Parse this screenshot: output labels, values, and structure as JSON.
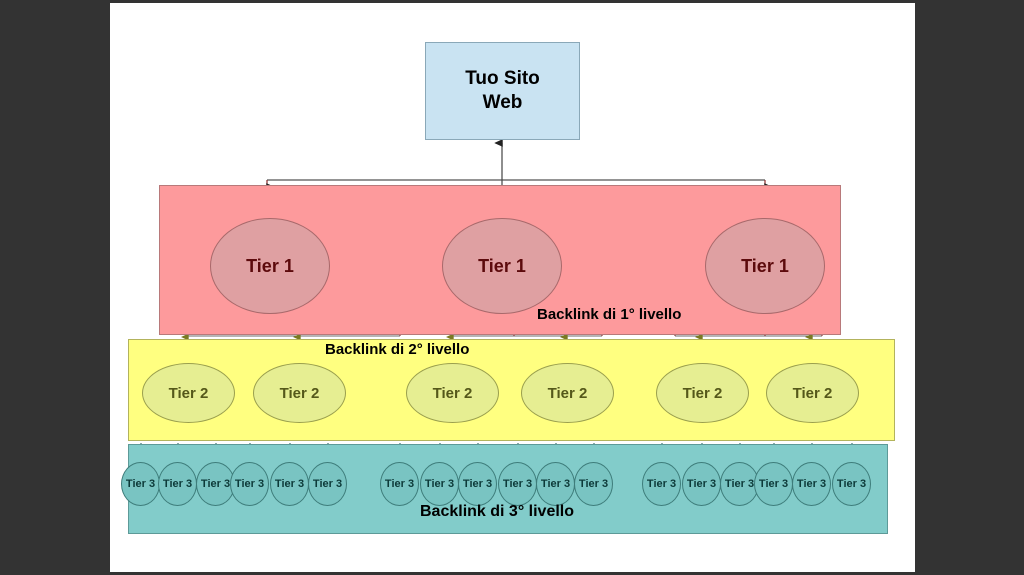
{
  "diagram": {
    "title_box": {
      "line1": "Tuo Sito",
      "line2": "Web"
    },
    "bands": {
      "tier1": {
        "label": "Backlink di 1° livello",
        "color": "#fd9a9c"
      },
      "tier2": {
        "label": "Backlink di 2° livello",
        "color": "#ffff80"
      },
      "tier3": {
        "label": "Backlink di 3° livello",
        "color": "#82ccca"
      }
    },
    "node_labels": {
      "tier1": "Tier 1",
      "tier2": "Tier 2",
      "tier3": "Tier 3"
    },
    "colors": {
      "site_box": "#c9e3f2",
      "tier1_node": "#dfa0a2",
      "tier1_text": "#5c0a0c",
      "tier2_node": "#e6ee92",
      "tier2_text": "#55581a",
      "tier3_node": "#79c4c2",
      "tier3_text": "#0d3a39",
      "canvas": "#ffffff",
      "letterbox": "#333333"
    },
    "counts": {
      "tier1": 3,
      "tier2": 6,
      "tier3": 18
    },
    "tier1_nodes": [
      {
        "label": "Tier 1"
      },
      {
        "label": "Tier 1"
      },
      {
        "label": "Tier 1"
      }
    ],
    "tier2_nodes": [
      {
        "label": "Tier 2"
      },
      {
        "label": "Tier 2"
      },
      {
        "label": "Tier 2"
      },
      {
        "label": "Tier 2"
      },
      {
        "label": "Tier 2"
      },
      {
        "label": "Tier 2"
      }
    ],
    "tier3_nodes": [
      {
        "label": "Tier 3"
      },
      {
        "label": "Tier 3"
      },
      {
        "label": "Tier 3"
      },
      {
        "label": "Tier 3"
      },
      {
        "label": "Tier 3"
      },
      {
        "label": "Tier 3"
      },
      {
        "label": "Tier 3"
      },
      {
        "label": "Tier 3"
      },
      {
        "label": "Tier 3"
      },
      {
        "label": "Tier 3"
      },
      {
        "label": "Tier 3"
      },
      {
        "label": "Tier 3"
      },
      {
        "label": "Tier 3"
      },
      {
        "label": "Tier 3"
      },
      {
        "label": "Tier 3"
      },
      {
        "label": "Tier 3"
      },
      {
        "label": "Tier 3"
      },
      {
        "label": "Tier 3"
      }
    ]
  }
}
